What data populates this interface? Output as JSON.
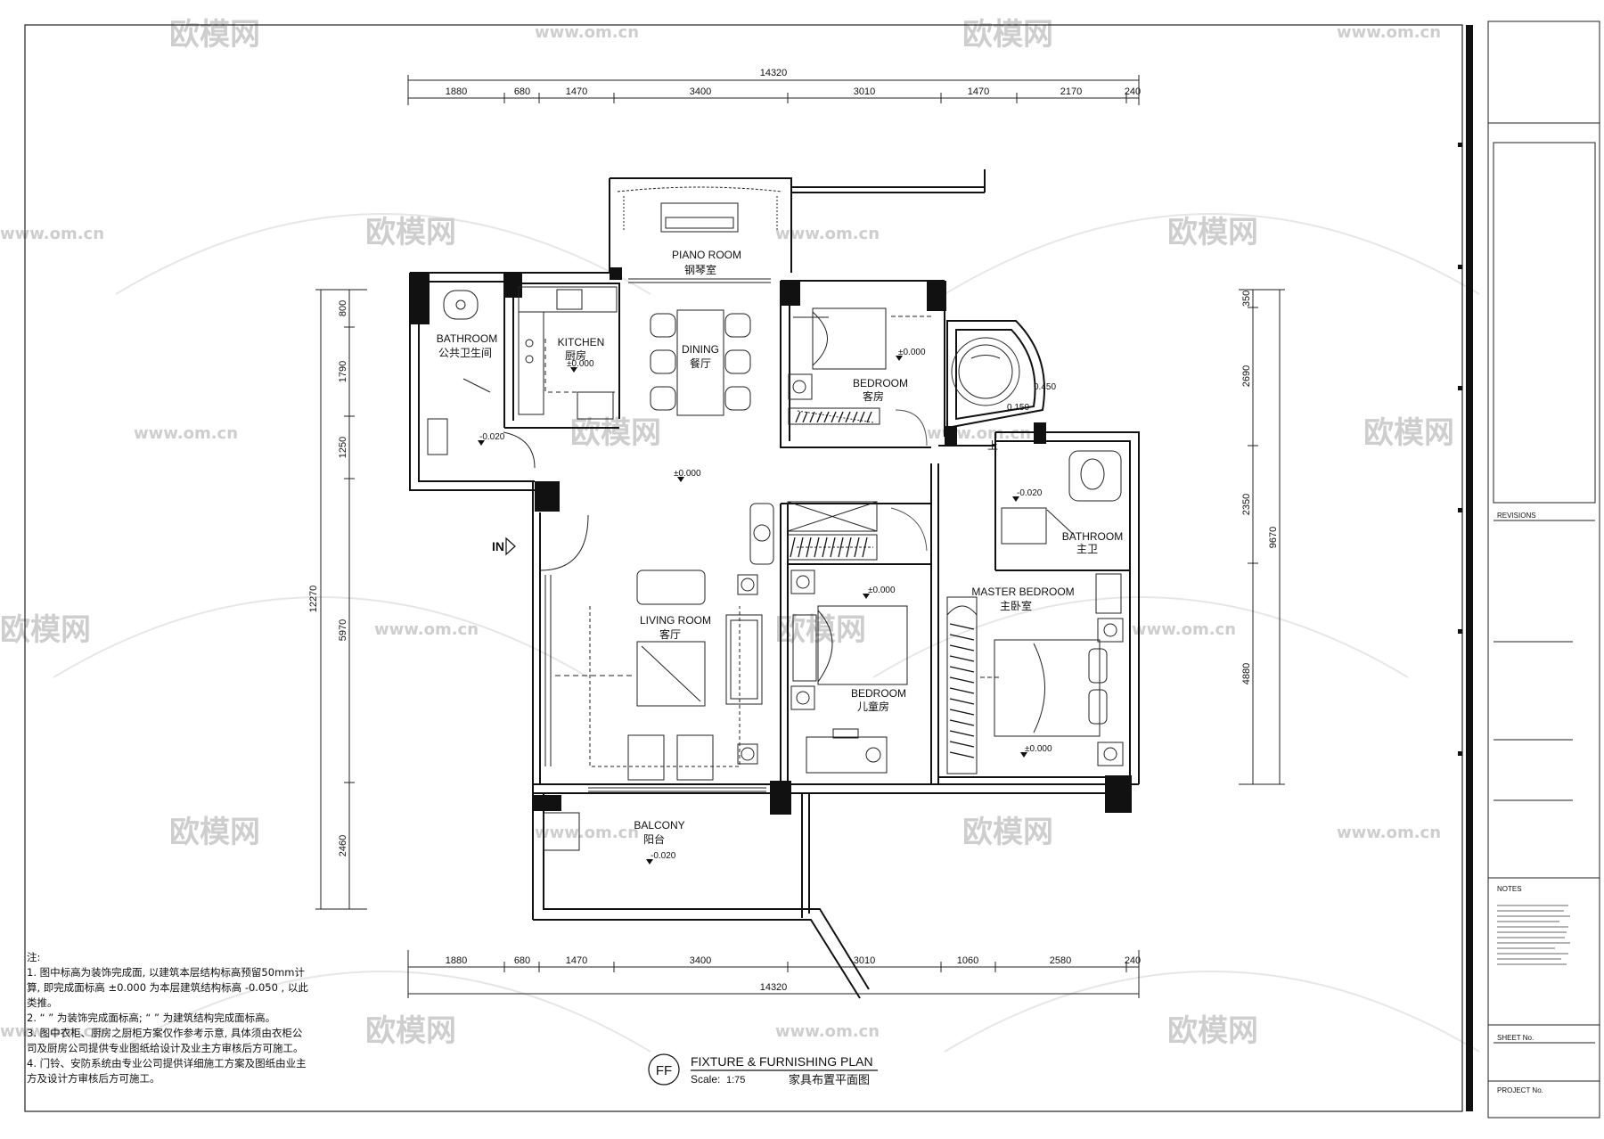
{
  "dims": {
    "top_total": "14320",
    "top_segments": [
      "1880",
      "680",
      "1470",
      "3400",
      "3010",
      "1470",
      "2170",
      "240"
    ],
    "bottom_total": "14320",
    "bottom_segments": [
      "1880",
      "680",
      "1470",
      "3400",
      "3010",
      "1060",
      "2580",
      "240"
    ],
    "left_total": "12270",
    "left_segments": [
      "800",
      "1790",
      "1250",
      "5970",
      "2460"
    ],
    "right_total": "9670",
    "right_segments": [
      "350",
      "2690",
      "2350",
      "4880"
    ]
  },
  "rooms": {
    "piano_en": "PIANO ROOM",
    "piano_cn": "钢琴室",
    "bath_en": "BATHROOM",
    "bath_cn": "公共卫生间",
    "kitchen_en": "KITCHEN",
    "kitchen_cn": "厨房",
    "dining_en": "DINING",
    "dining_cn": "餐厅",
    "guest_en": "BEDROOM",
    "guest_cn": "客房",
    "living_en": "LIVING ROOM",
    "living_cn": "客厅",
    "kids_en": "BEDROOM",
    "kids_cn": "儿童房",
    "master_en": "MASTER BEDROOM",
    "master_cn": "主卧室",
    "mbath_en": "BATHROOM",
    "mbath_cn": "主卫",
    "balcony_en": "BALCONY",
    "balcony_cn": "阳台"
  },
  "levels": {
    "zero": "±0.000",
    "neg20": "-0.020",
    "l450": "0.450",
    "l150": "0.150",
    "up": "上",
    "entry": "IN"
  },
  "title": {
    "badge": "FF",
    "name": "FIXTURE & FURNISHING PLAN",
    "scale_label": "Scale:",
    "scale_value": "1:75",
    "cn": "家具布置平面图"
  },
  "notes": {
    "head": "注:",
    "n1": "1. 图中标高为装饰完成面, 以建筑本层结构标高预留50mm计算, 即完成面标高 ±0.000 为本层建筑结构标高 -0.050 , 以此类推。",
    "n2": "2. “ ” 为装饰完成面标高; “ ” 为建筑结构完成面标高。",
    "n3": "3. 图中衣柜、厨房之厨柜方案仅作参考示意, 具体须由衣柜公司及厨房公司提供专业图纸给设计及业主方审核后方可施工。",
    "n4": "4. 门铃、安防系统由专业公司提供详细施工方案及图纸由业主方及设计方审核后方可施工。"
  },
  "titleblock": {
    "revisions": "REVISIONS",
    "notes_label": "NOTES",
    "sheet_no": "SHEET No.",
    "project_no": "PROJECT No."
  },
  "watermark": {
    "brand": "欧模网",
    "url": "www.om.cn"
  }
}
